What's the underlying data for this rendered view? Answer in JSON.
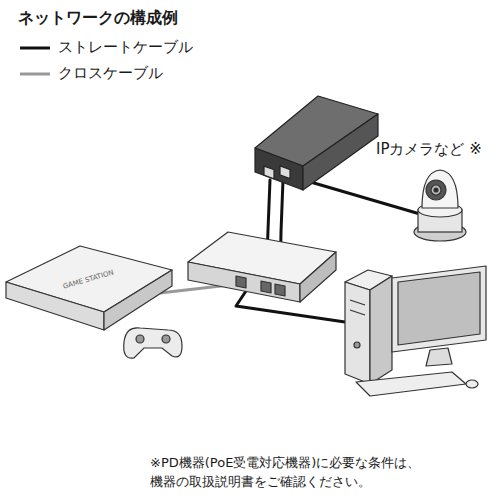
{
  "diagram": {
    "title": "ネットワークの構成例",
    "nodes": [
      {
        "text": [
          "IPカメラなど ※"
        ]
      }
    ],
    "labels": [
      "GAME STATION",
      "※PD機器(PoE受電対応機器)に必要な条件は、 機器の取扱説明書をご確認ください。"
    ],
    "legend": [
      {
        "text": "ストレートケーブル"
      },
      {
        "text": "クロスケーブル"
      }
    ]
  }
}
